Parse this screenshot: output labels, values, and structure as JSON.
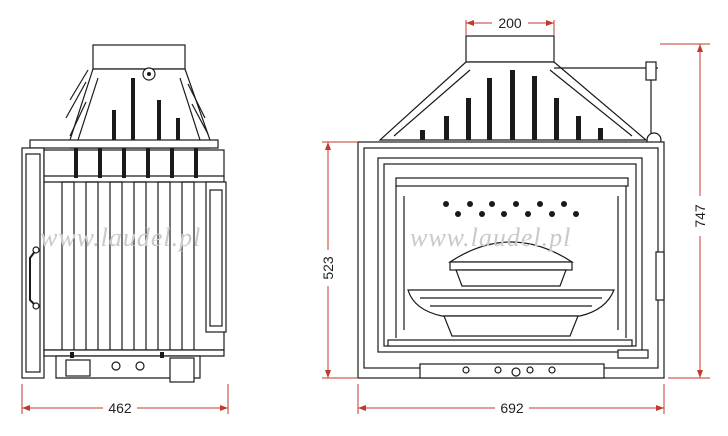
{
  "watermark": {
    "left": "www.laudel.pl",
    "right": "www.laudel.pl"
  },
  "dimensions": {
    "side_depth": "462",
    "front_width": "692",
    "front_height": "747",
    "opening_height": "523",
    "flue_diameter": "200"
  },
  "colors": {
    "dimension_line": "#c0392b",
    "drawing_line": "#1a1a1a",
    "watermark": "#c9c9c9"
  }
}
